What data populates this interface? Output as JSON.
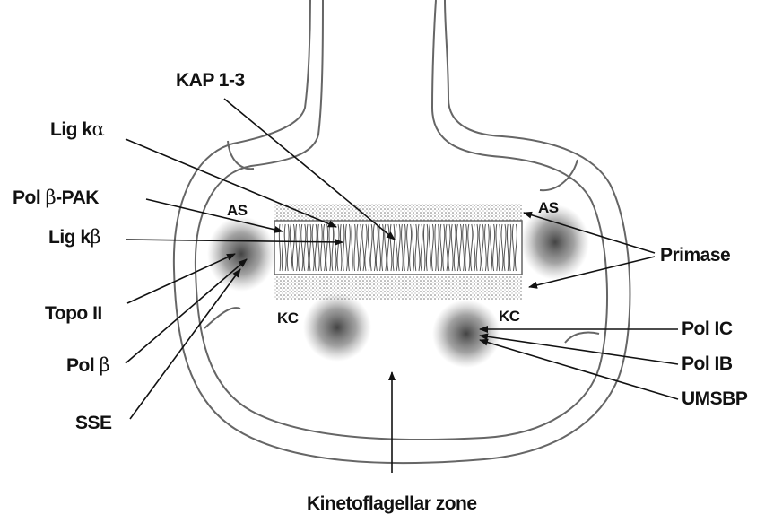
{
  "labels": {
    "kap": "KAP 1-3",
    "lig_ka_prefix": "Lig k",
    "lig_ka_greek": "α",
    "polb_pak_prefix": "Pol ",
    "polb_pak_greek": "β",
    "polb_pak_suffix": "-PAK",
    "lig_kb_prefix": "Lig k",
    "lig_kb_greek": "β",
    "topo": "Topo II",
    "polb_prefix": "Pol ",
    "polb_greek": "β",
    "sse": "SSE",
    "as_left": "AS",
    "as_right": "AS",
    "kc_left": "KC",
    "kc_right": "KC",
    "primase": "Primase",
    "pol_ic": "Pol IC",
    "pol_ib": "Pol IB",
    "umsbp": "UMSBP",
    "zone": "Kinetoflagellar zone"
  }
}
